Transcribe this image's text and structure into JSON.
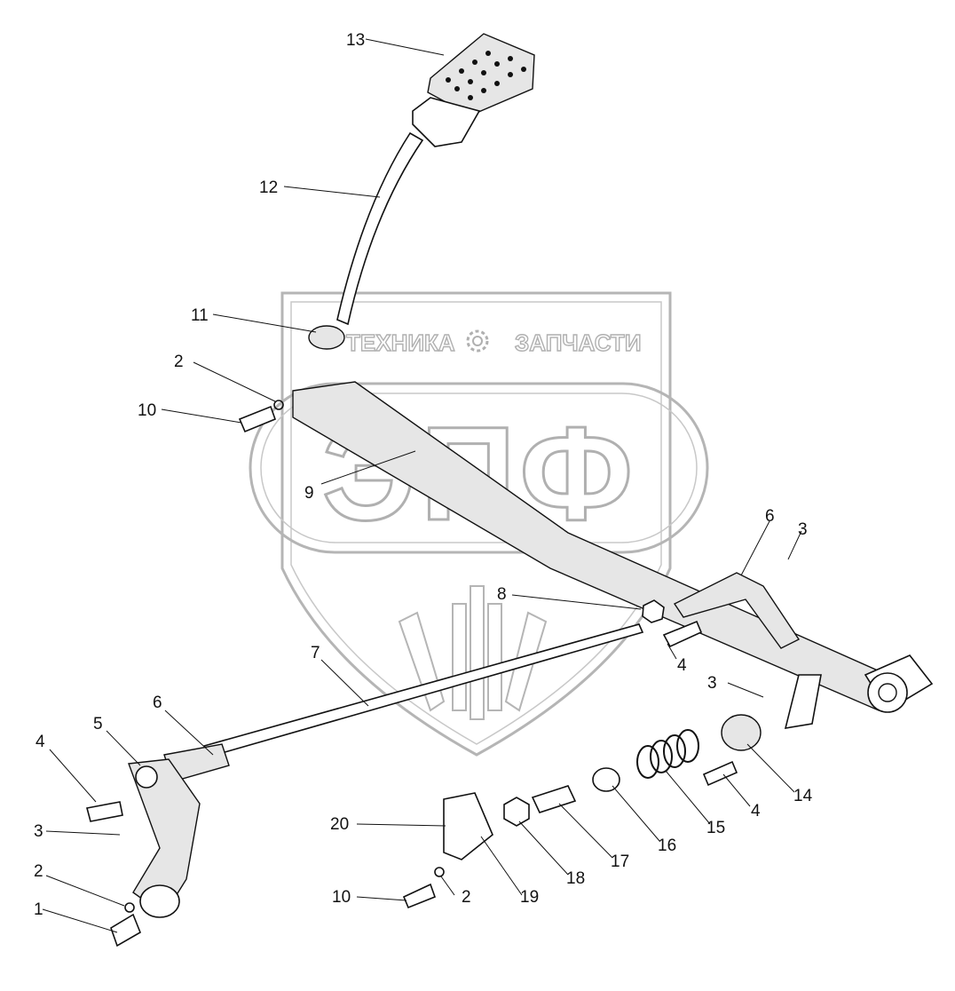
{
  "watermark": {
    "left_word": "ТЕХНИКА",
    "right_word": "ЗАПЧАСТИ",
    "monogram": "ЭПФ",
    "icon": "gear-icon"
  },
  "callouts": [
    {
      "label": "13"
    },
    {
      "label": "12"
    },
    {
      "label": "11"
    },
    {
      "label": "2"
    },
    {
      "label": "10"
    },
    {
      "label": "9"
    },
    {
      "label": "6"
    },
    {
      "label": "3"
    },
    {
      "label": "8"
    },
    {
      "label": "4"
    },
    {
      "label": "7"
    },
    {
      "label": "3"
    },
    {
      "label": "6"
    },
    {
      "label": "5"
    },
    {
      "label": "4"
    },
    {
      "label": "3"
    },
    {
      "label": "2"
    },
    {
      "label": "1"
    },
    {
      "label": "20"
    },
    {
      "label": "10"
    },
    {
      "label": "2"
    },
    {
      "label": "19"
    },
    {
      "label": "18"
    },
    {
      "label": "17"
    },
    {
      "label": "16"
    },
    {
      "label": "15"
    },
    {
      "label": "4"
    },
    {
      "label": "14"
    }
  ]
}
